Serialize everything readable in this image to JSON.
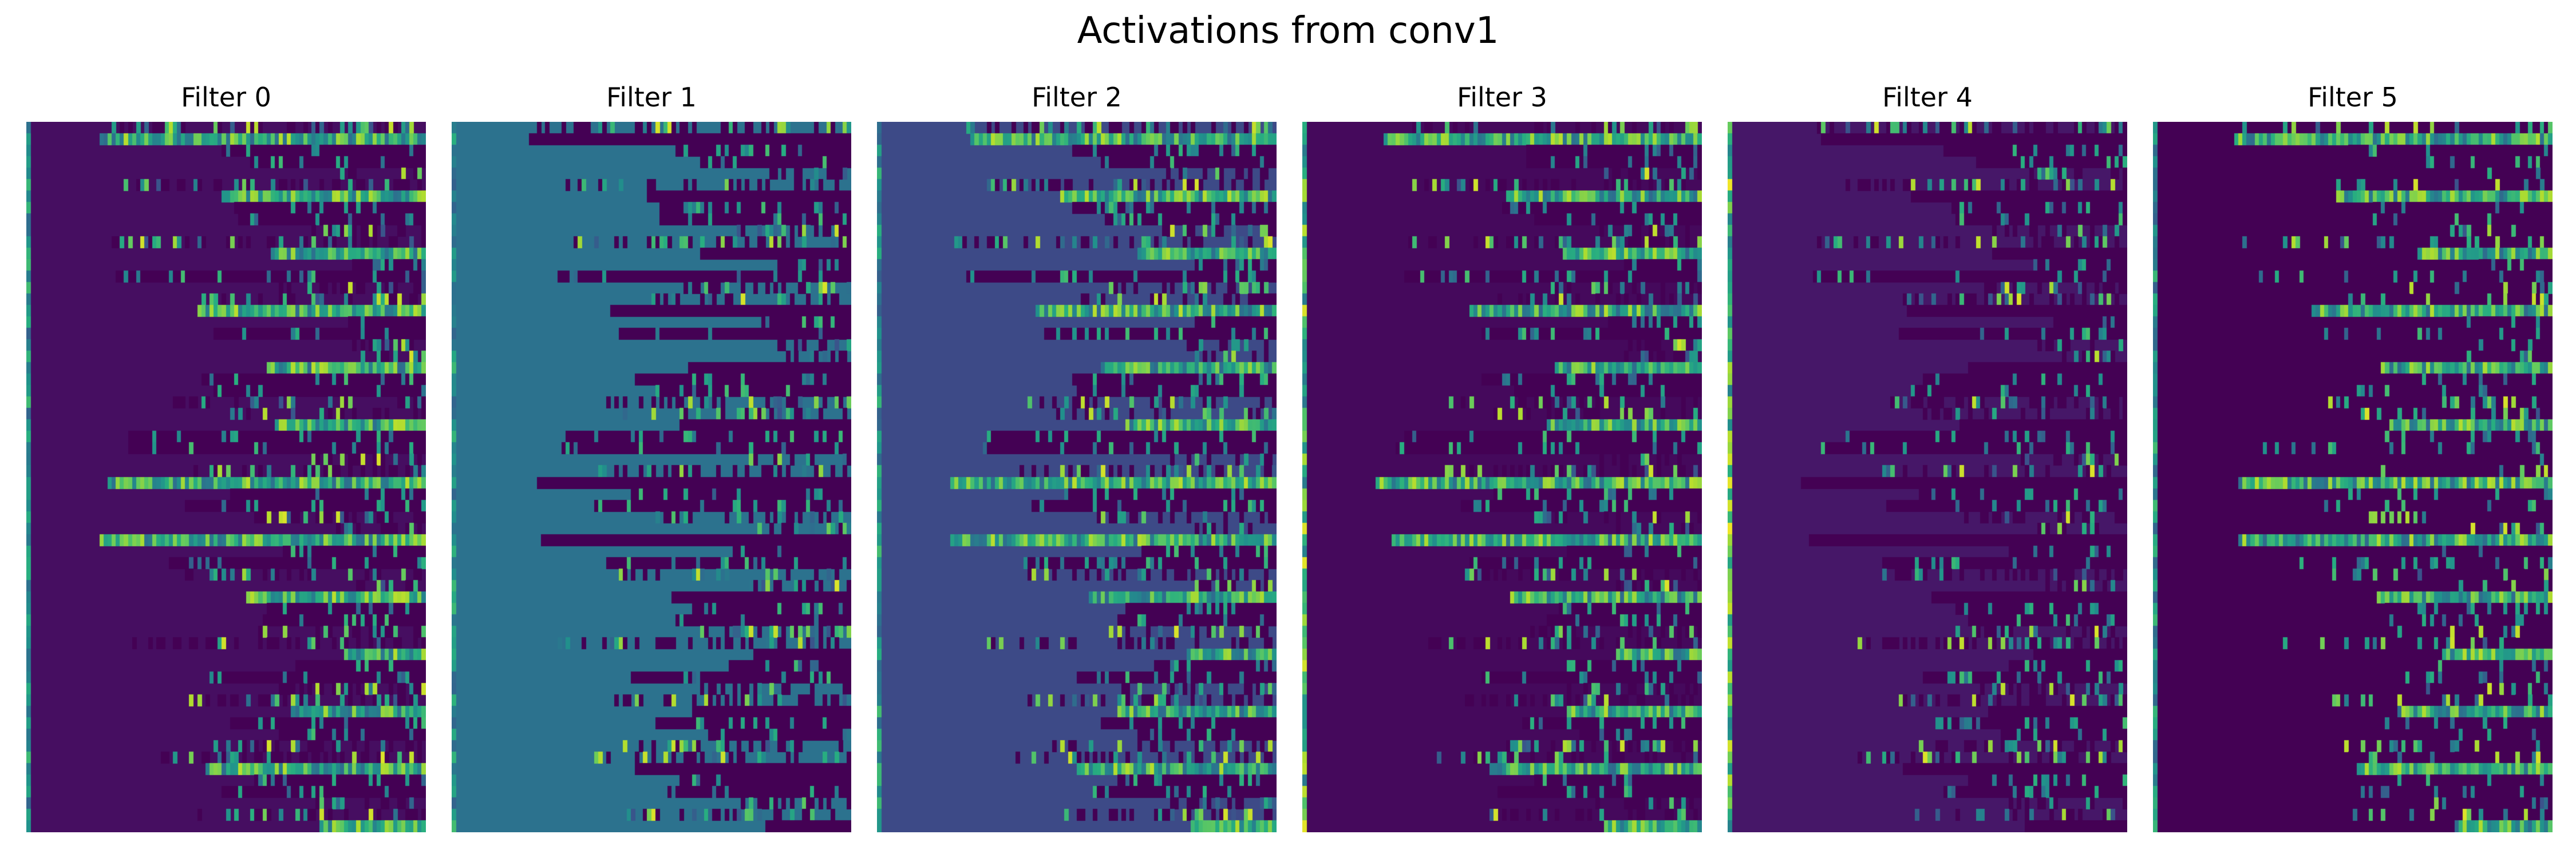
{
  "chart_data": {
    "type": "heatmap",
    "title": "Activations from conv1",
    "colormap": "viridis",
    "axes_visible": false,
    "panels": [
      {
        "title": "Filter 0",
        "background_level": 0.05
      },
      {
        "title": "Filter 1",
        "background_level": 0.38
      },
      {
        "title": "Filter 2",
        "background_level": 0.23
      },
      {
        "title": "Filter 3",
        "background_level": 0.03
      },
      {
        "title": "Filter 4",
        "background_level": 0.08
      },
      {
        "title": "Filter 5",
        "background_level": 0.0
      }
    ]
  }
}
